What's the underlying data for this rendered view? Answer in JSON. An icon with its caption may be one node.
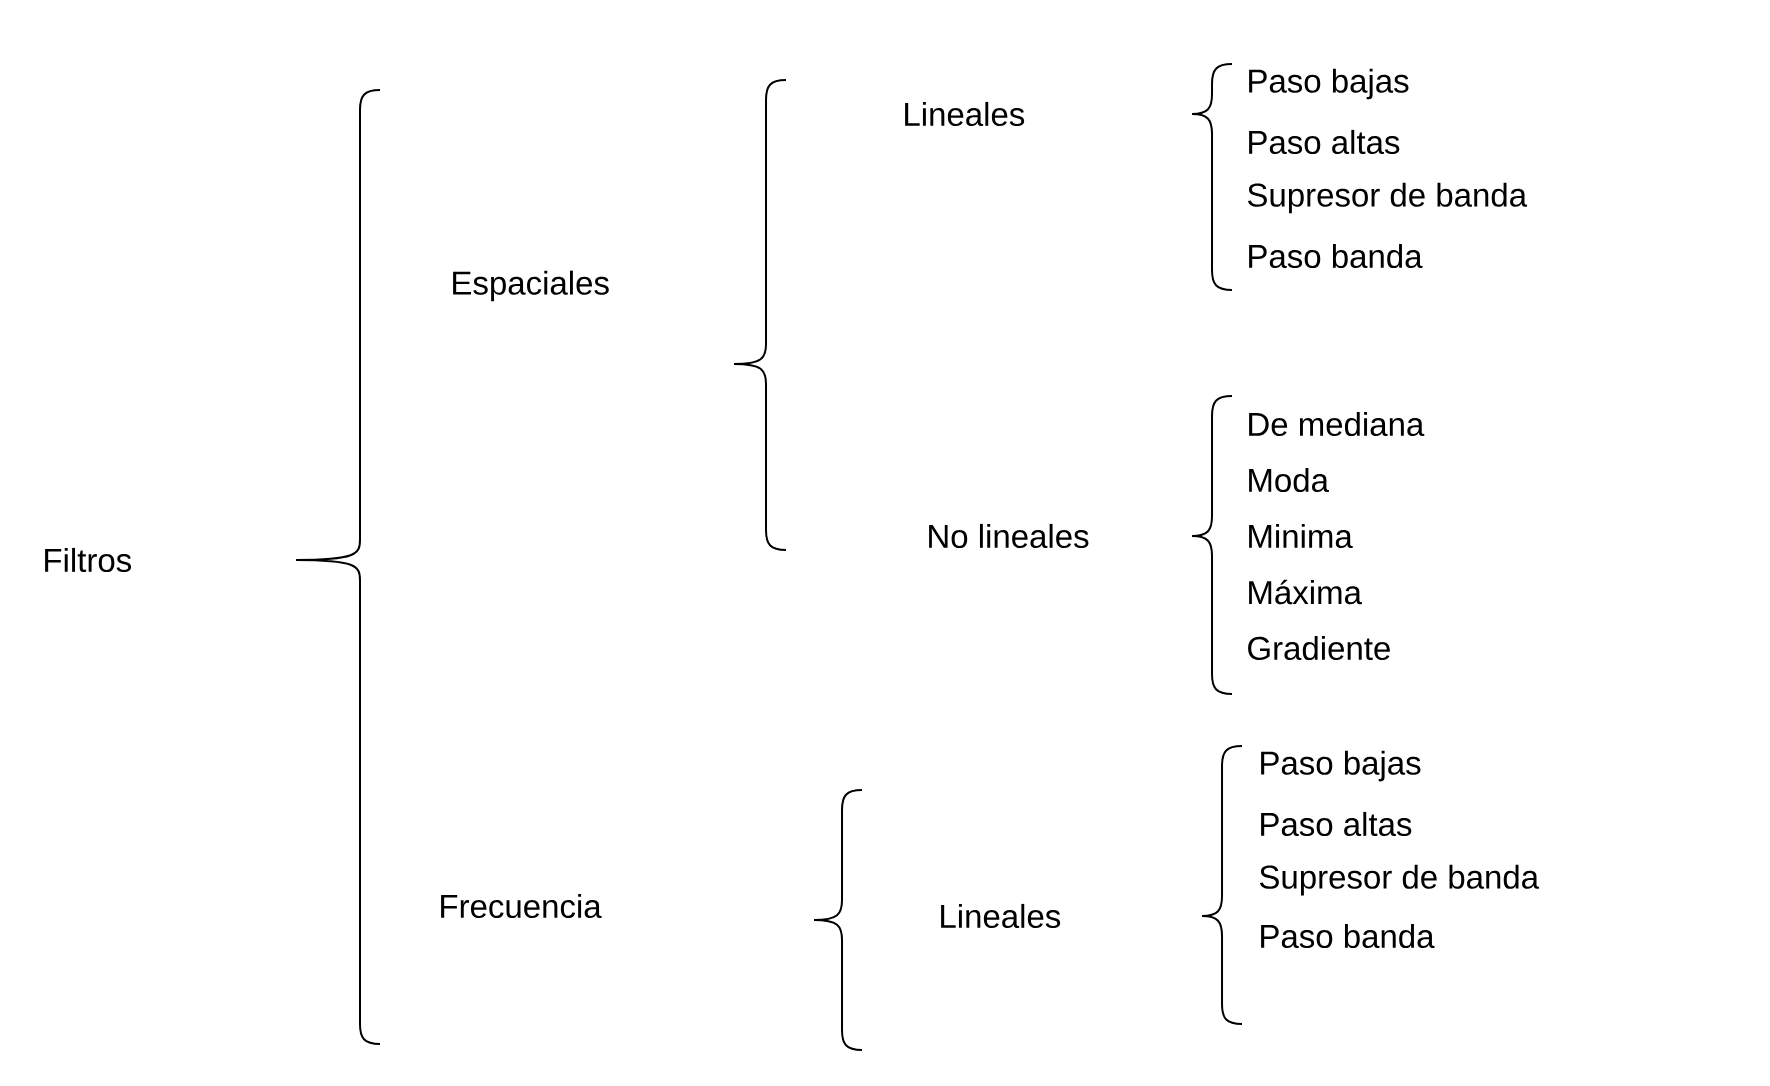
{
  "diagram": {
    "nodes": [
      {
        "text": [
          "Filtros"
        ]
      },
      {
        "text": [
          "Espaciales"
        ]
      },
      {
        "text": [
          "Frecuencia"
        ]
      },
      {
        "text": [
          "Lineales"
        ]
      },
      {
        "text": [
          "No lineales"
        ]
      },
      {
        "text": [
          "Lineales"
        ]
      },
      {
        "text": [
          "Paso bajas"
        ]
      },
      {
        "text": [
          "Paso altas"
        ]
      },
      {
        "text": [
          "Supresor de banda"
        ]
      },
      {
        "text": [
          "Paso banda"
        ]
      },
      {
        "text": [
          "De mediana"
        ]
      },
      {
        "text": [
          "Moda"
        ]
      },
      {
        "text": [
          "Minima"
        ]
      },
      {
        "text": [
          "Máxima"
        ]
      },
      {
        "text": [
          "Gradiente"
        ]
      },
      {
        "text": [
          "Paso bajas"
        ]
      },
      {
        "text": [
          "Paso altas"
        ]
      },
      {
        "text": [
          "Supresor de banda"
        ]
      },
      {
        "text": [
          "Paso banda"
        ]
      }
    ]
  }
}
